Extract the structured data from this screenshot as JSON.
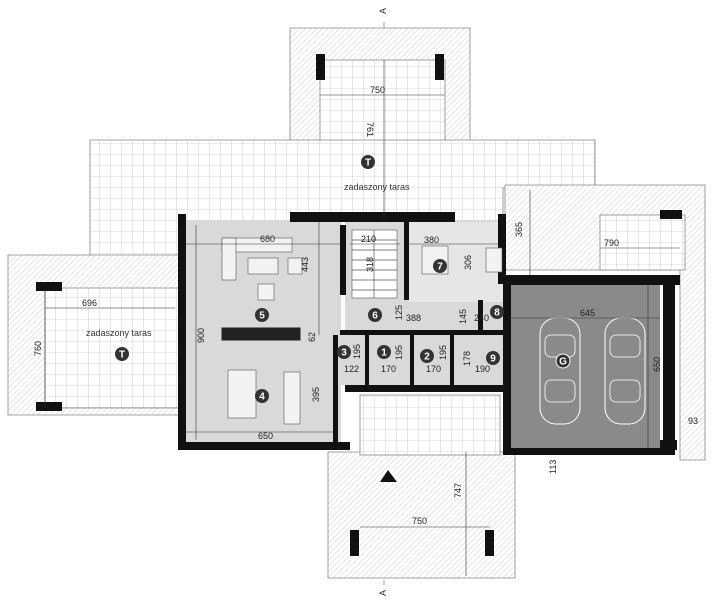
{
  "section_marker": "A",
  "terrace_label": "zadaszony taras",
  "rooms": [
    {
      "id": "t1",
      "number": "T"
    },
    {
      "id": "t2",
      "number": "T"
    },
    {
      "id": "r1",
      "number": "1"
    },
    {
      "id": "r2",
      "number": "2"
    },
    {
      "id": "r3",
      "number": "3"
    },
    {
      "id": "r4",
      "number": "4"
    },
    {
      "id": "r5",
      "number": "5"
    },
    {
      "id": "r6",
      "number": "6"
    },
    {
      "id": "r7",
      "number": "7"
    },
    {
      "id": "r8",
      "number": "8"
    },
    {
      "id": "r9",
      "number": "9"
    },
    {
      "id": "g",
      "number": "G"
    }
  ],
  "dimensions": {
    "top_terrace_width": "750",
    "top_terrace_depth": "761",
    "bottom_terrace_width": "750",
    "bottom_terrace_depth": "747",
    "left_terrace_width": "696",
    "left_terrace_depth": "760",
    "living_width": "680",
    "living_depth": "443",
    "house_depth_left": "900",
    "kitchen_width": "650",
    "kitchen_depth": "395",
    "stair_width": "210",
    "stair_depth": "318",
    "bedroom_width": "380",
    "bedroom_depth": "306",
    "side_depth": "365",
    "right_terrace_width": "790",
    "garage_width": "645",
    "garage_depth": "650",
    "garage_side": "93",
    "garage_front": "113",
    "hall_width": "388",
    "hall_small": "125",
    "d_62": "62",
    "d_145": "145",
    "d_240": "240",
    "d_195a": "195",
    "d_195b": "195",
    "d_195c": "195",
    "d_122": "122",
    "d_170a": "170",
    "d_170b": "170",
    "d_178": "178",
    "d_190": "190"
  }
}
